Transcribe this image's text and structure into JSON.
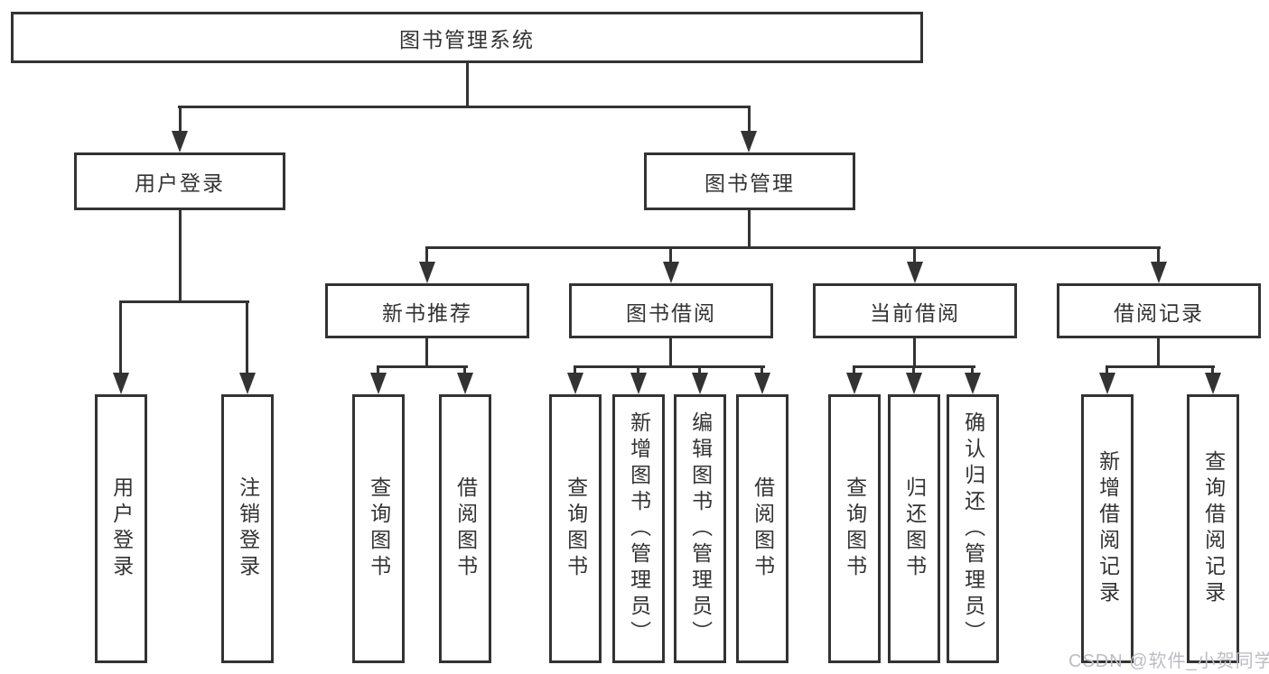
{
  "diagram": {
    "type": "hierarchy-tree",
    "root_label": "图书管理系统",
    "level1": [
      {
        "label": "用户登录",
        "children": [
          "用户登录",
          "注销登录"
        ]
      },
      {
        "label": "图书管理",
        "sections": [
          {
            "label": "新书推荐",
            "children": [
              "查询图书",
              "借阅图书"
            ]
          },
          {
            "label": "图书借阅",
            "children": [
              "查询图书",
              "新增图书（管理员）",
              "编辑图书（管理员）",
              "借阅图书"
            ]
          },
          {
            "label": "当前借阅",
            "children": [
              "查询图书",
              "归还图书",
              "确认归还（管理员）"
            ]
          },
          {
            "label": "借阅记录",
            "children": [
              "新增借阅记录",
              "查询借阅记录"
            ]
          }
        ]
      }
    ]
  },
  "watermark": {
    "text": "CSDN @软件_小贺同学"
  },
  "colors": {
    "line": "#333333",
    "text": "#333333",
    "background": "#ffffff",
    "watermark": "#bcbcc3"
  }
}
